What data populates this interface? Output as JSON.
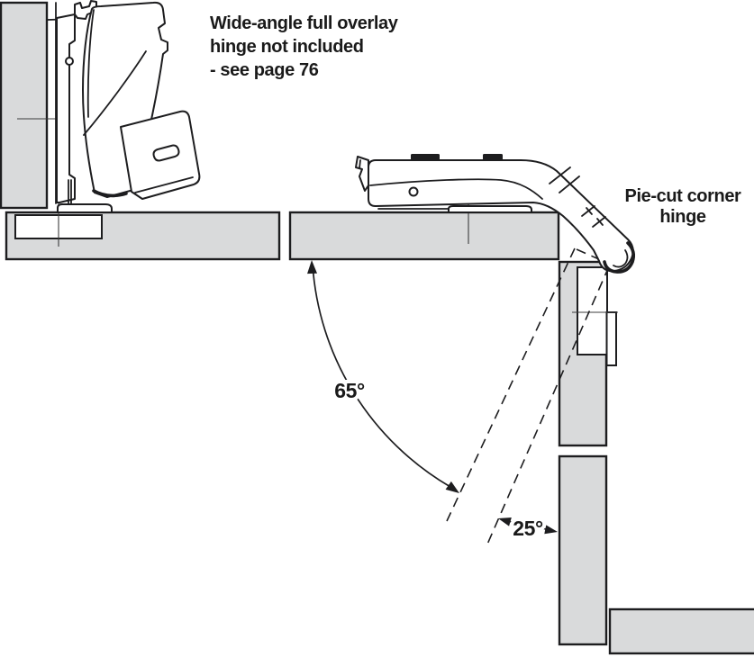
{
  "annotations": {
    "wide_angle_note": {
      "line1": "Wide-angle full overlay",
      "line2": "hinge not included",
      "line3": "- see page 76"
    },
    "pie_cut_label": {
      "line1": "Pie-cut corner",
      "line2": "hinge"
    },
    "open_angle_label": "65°",
    "corner_angle_label": "25°"
  },
  "colors": {
    "panel_fill": "#d9dadb",
    "line": "#1d1d1f",
    "text": "#1a1a1a",
    "background": "#ffffff"
  }
}
